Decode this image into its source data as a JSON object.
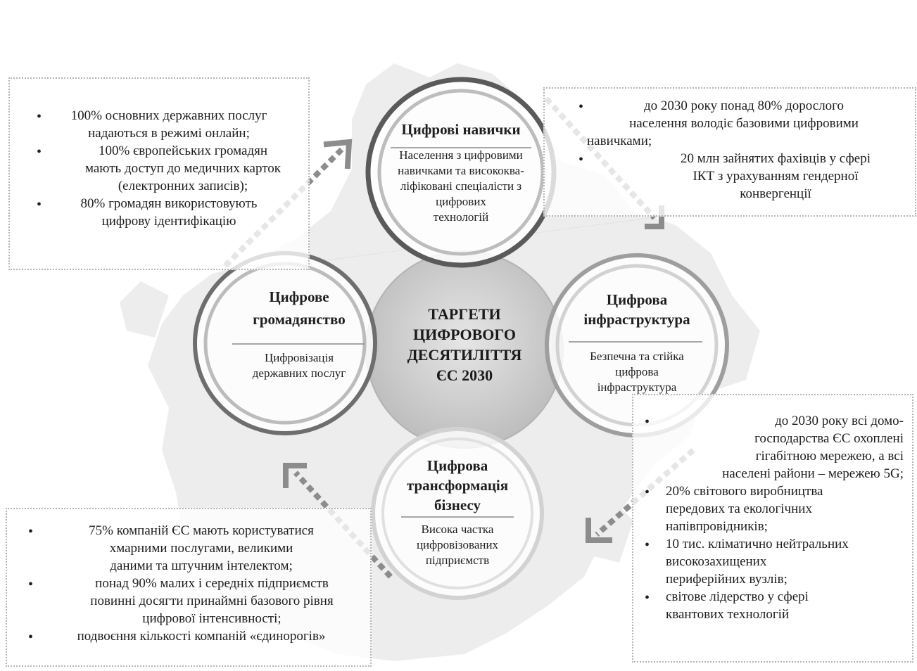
{
  "center": {
    "title_lines": [
      "ТАРГЕТИ",
      "ЦИФРОВОГО",
      "ДЕСЯТИЛІТТЯ",
      "ЄС 2030"
    ]
  },
  "circles": {
    "skills": {
      "title": "Цифрові навички",
      "subtitle_lines": [
        "Населення з цифровими",
        "навичками та висококва-",
        "ліфіковані спеціалісти з",
        "цифрових",
        "технологій"
      ]
    },
    "infrastructure": {
      "title_lines": [
        "Цифрова",
        "інфраструктура"
      ],
      "subtitle_lines": [
        "Безпечна та стійка",
        "цифрова",
        "інфраструктура"
      ]
    },
    "business": {
      "title_lines": [
        "Цифрова",
        "трансформація",
        "бізнесу"
      ],
      "subtitle_lines": [
        "Висока частка",
        "цифровізованих",
        "підприємств"
      ]
    },
    "citizenship": {
      "title_lines": [
        "Цифрове",
        "громадянство"
      ],
      "subtitle_lines": [
        "Цифровізація",
        "державних послуг"
      ]
    }
  },
  "boxes": {
    "top_left": {
      "items": [
        [
          "100% основних державних послуг",
          "надаються в режимі онлайн;"
        ],
        [
          "100% європейських громадян",
          "мають доступ до медичних карток",
          "(електронних записів);"
        ],
        [
          "80% громадян використовують",
          "цифрову ідентифікацію"
        ]
      ]
    },
    "top_right": {
      "items": [
        [
          "до 2030 року понад 80% дорослого",
          "населення володіє базовими цифровими",
          "навичками;"
        ],
        [
          "20 млн зайнятих фахівців у сфері",
          "ІКТ з урахуванням гендерної",
          "конвергенції"
        ]
      ]
    },
    "bottom_right": {
      "items": [
        [
          "до 2030 року всі домо-",
          "господарства ЄС охоплені",
          "гігабітною мережею, а всі",
          "населені райони – мережею 5G;"
        ],
        [
          "20% світового виробництва",
          "передових та екологічних",
          "напівпровідників;"
        ],
        [
          "10 тис. кліматично нейтральних",
          "високозахищених",
          "периферійних вузлів;"
        ],
        [
          "світове лідерство у сфері",
          "квантових технологій"
        ]
      ]
    },
    "bottom_left": {
      "items": [
        [
          "75% компаній ЄС мають користуватися",
          "хмарними послугами, великими",
          "даними та штучним інтелектом;"
        ],
        [
          "понад 90% малих і середніх підприємств",
          "повинні досягти принаймні базового рівня",
          "цифрової інтенсивності;"
        ],
        [
          "подвоєння кількості компаній «єдинорогів»"
        ]
      ]
    }
  },
  "colors": {
    "map_fill": "#ececec",
    "center_fill": "#c8c8c8",
    "ring_dark": "#5a5a5a",
    "ring_mid": "#9a9a9a",
    "ring_light": "#cdcdcd",
    "arrow": "#8c8c8c"
  }
}
